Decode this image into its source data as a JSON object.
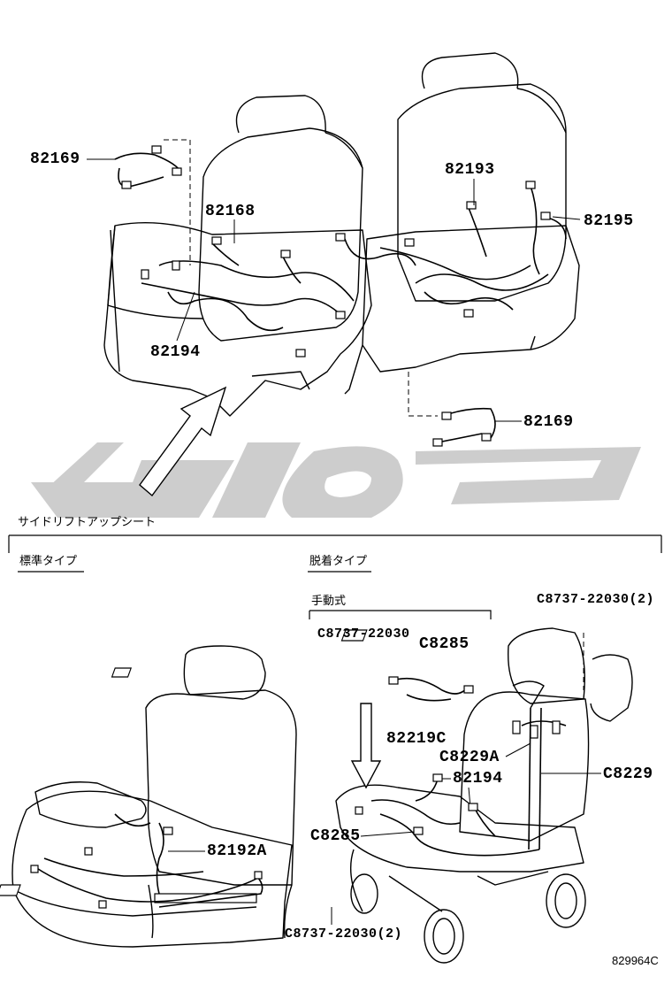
{
  "callouts": {
    "p82169_top": "82169",
    "p82168": "82168",
    "p82194_top": "82194",
    "p82193": "82193",
    "p82195": "82195",
    "p82169_right": "82169",
    "p82192a": "82192A",
    "c8737_top_right": "C8737-22030(2)",
    "c8737_manual": "C8737-22030",
    "c8285_top": "C8285",
    "p82219c": "82219C",
    "c8229a": "C8229A",
    "p82194_bottom": "82194",
    "c8229": "C8229",
    "c8285_left": "C8285",
    "c8737_bottom": "C8737-22030(2)"
  },
  "section_labels": {
    "side_lift": "サイドリフトアップシート",
    "standard_type": "標準タイプ",
    "detachable_type": "脱着タイプ",
    "manual_type": "手動式"
  },
  "figure_ref": "829964C",
  "colors": {
    "line": "#000000",
    "watermark": "#c8c8c8",
    "background": "#ffffff"
  }
}
